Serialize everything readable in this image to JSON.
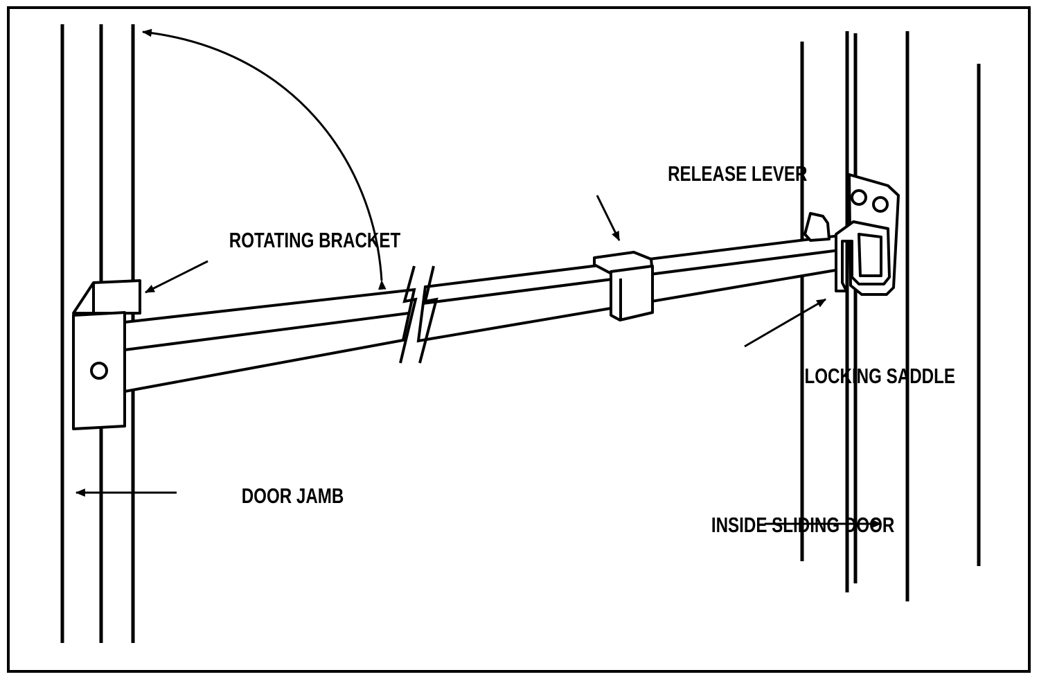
{
  "diagram": {
    "labels": {
      "rotating_bracket": "ROTATING BRACKET",
      "release_lever": "RELEASE LEVER",
      "locking_saddle": "LOCKING SADDLE",
      "door_jamb": "DOOR JAMB",
      "inside_sliding_door": "INSIDE SLIDING DOOR"
    },
    "colors": {
      "ink": "#000000",
      "paper": "#ffffff"
    }
  }
}
